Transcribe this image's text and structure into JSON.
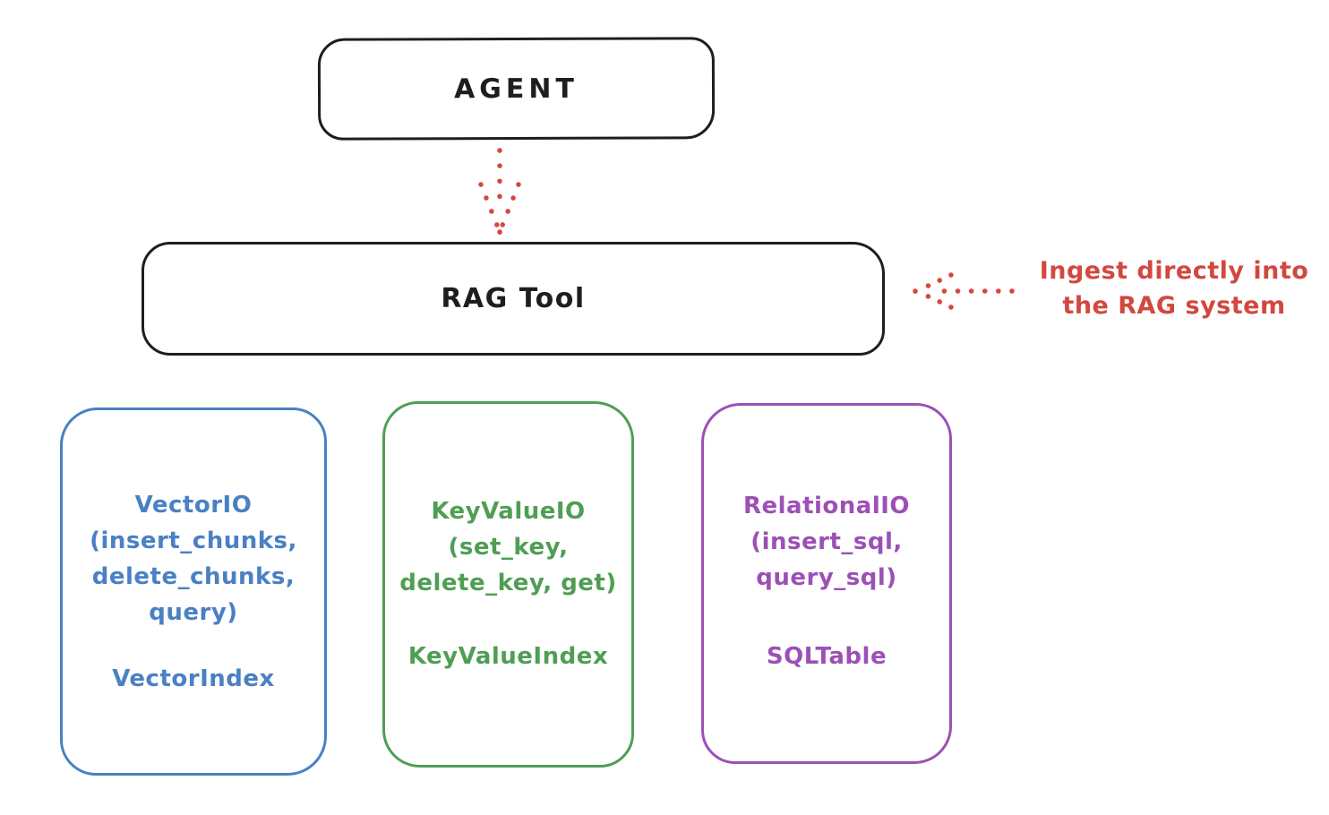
{
  "colors": {
    "ink": "#1e1e1e",
    "red": "#d2483f",
    "blue": "#4a80c4",
    "green": "#4f9e53",
    "purple": "#9c50b6",
    "background": "#ffffff"
  },
  "agent": {
    "label": "AGENT"
  },
  "rag_tool": {
    "label": "RAG Tool"
  },
  "annotation": {
    "line1": "Ingest directly into",
    "line2": "the RAG system"
  },
  "io_boxes": [
    {
      "name": "vector",
      "color": "#4a80c4",
      "lines": [
        "VectorIO",
        "(insert_chunks,",
        "delete_chunks,",
        "query)"
      ],
      "index_label": "VectorIndex"
    },
    {
      "name": "keyvalue",
      "color": "#4f9e53",
      "lines": [
        "KeyValueIO",
        "(set_key,",
        "delete_key, get)"
      ],
      "index_label": "KeyValueIndex"
    },
    {
      "name": "relational",
      "color": "#9c50b6",
      "lines": [
        "RelationalIO",
        "(insert_sql,",
        "query_sql)"
      ],
      "index_label": "SQLTable"
    }
  ]
}
